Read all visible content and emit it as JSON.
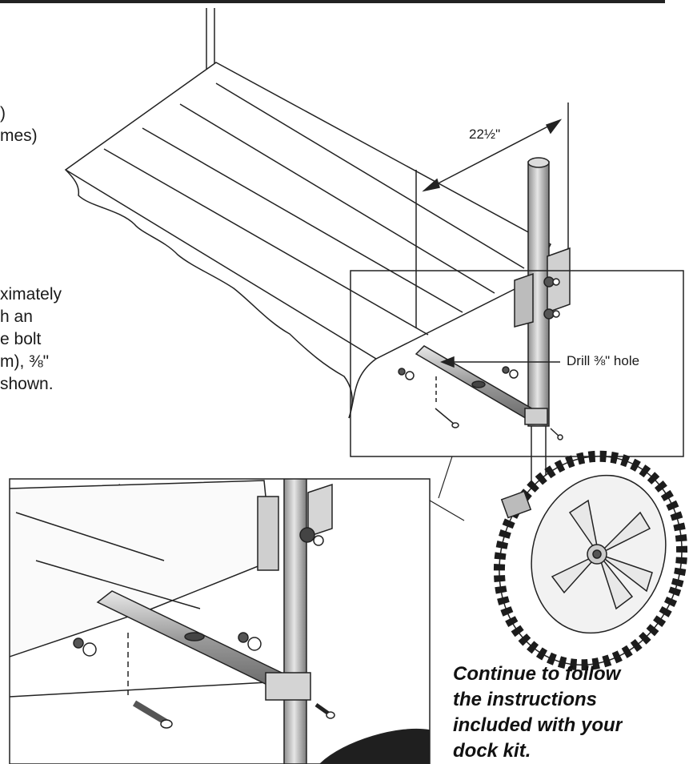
{
  "left_text_fragments": [
    ")",
    "mes)",
    "ximately",
    "h an",
    "e bolt",
    "m), ⅜\"",
    "shown."
  ],
  "callouts": {
    "dimension": "22½\"",
    "drill_hole": "Drill ⅜\" hole"
  },
  "closing_note": {
    "lines": [
      "Continue to follow",
      "the instructions",
      "included with your",
      "dock kit."
    ]
  }
}
